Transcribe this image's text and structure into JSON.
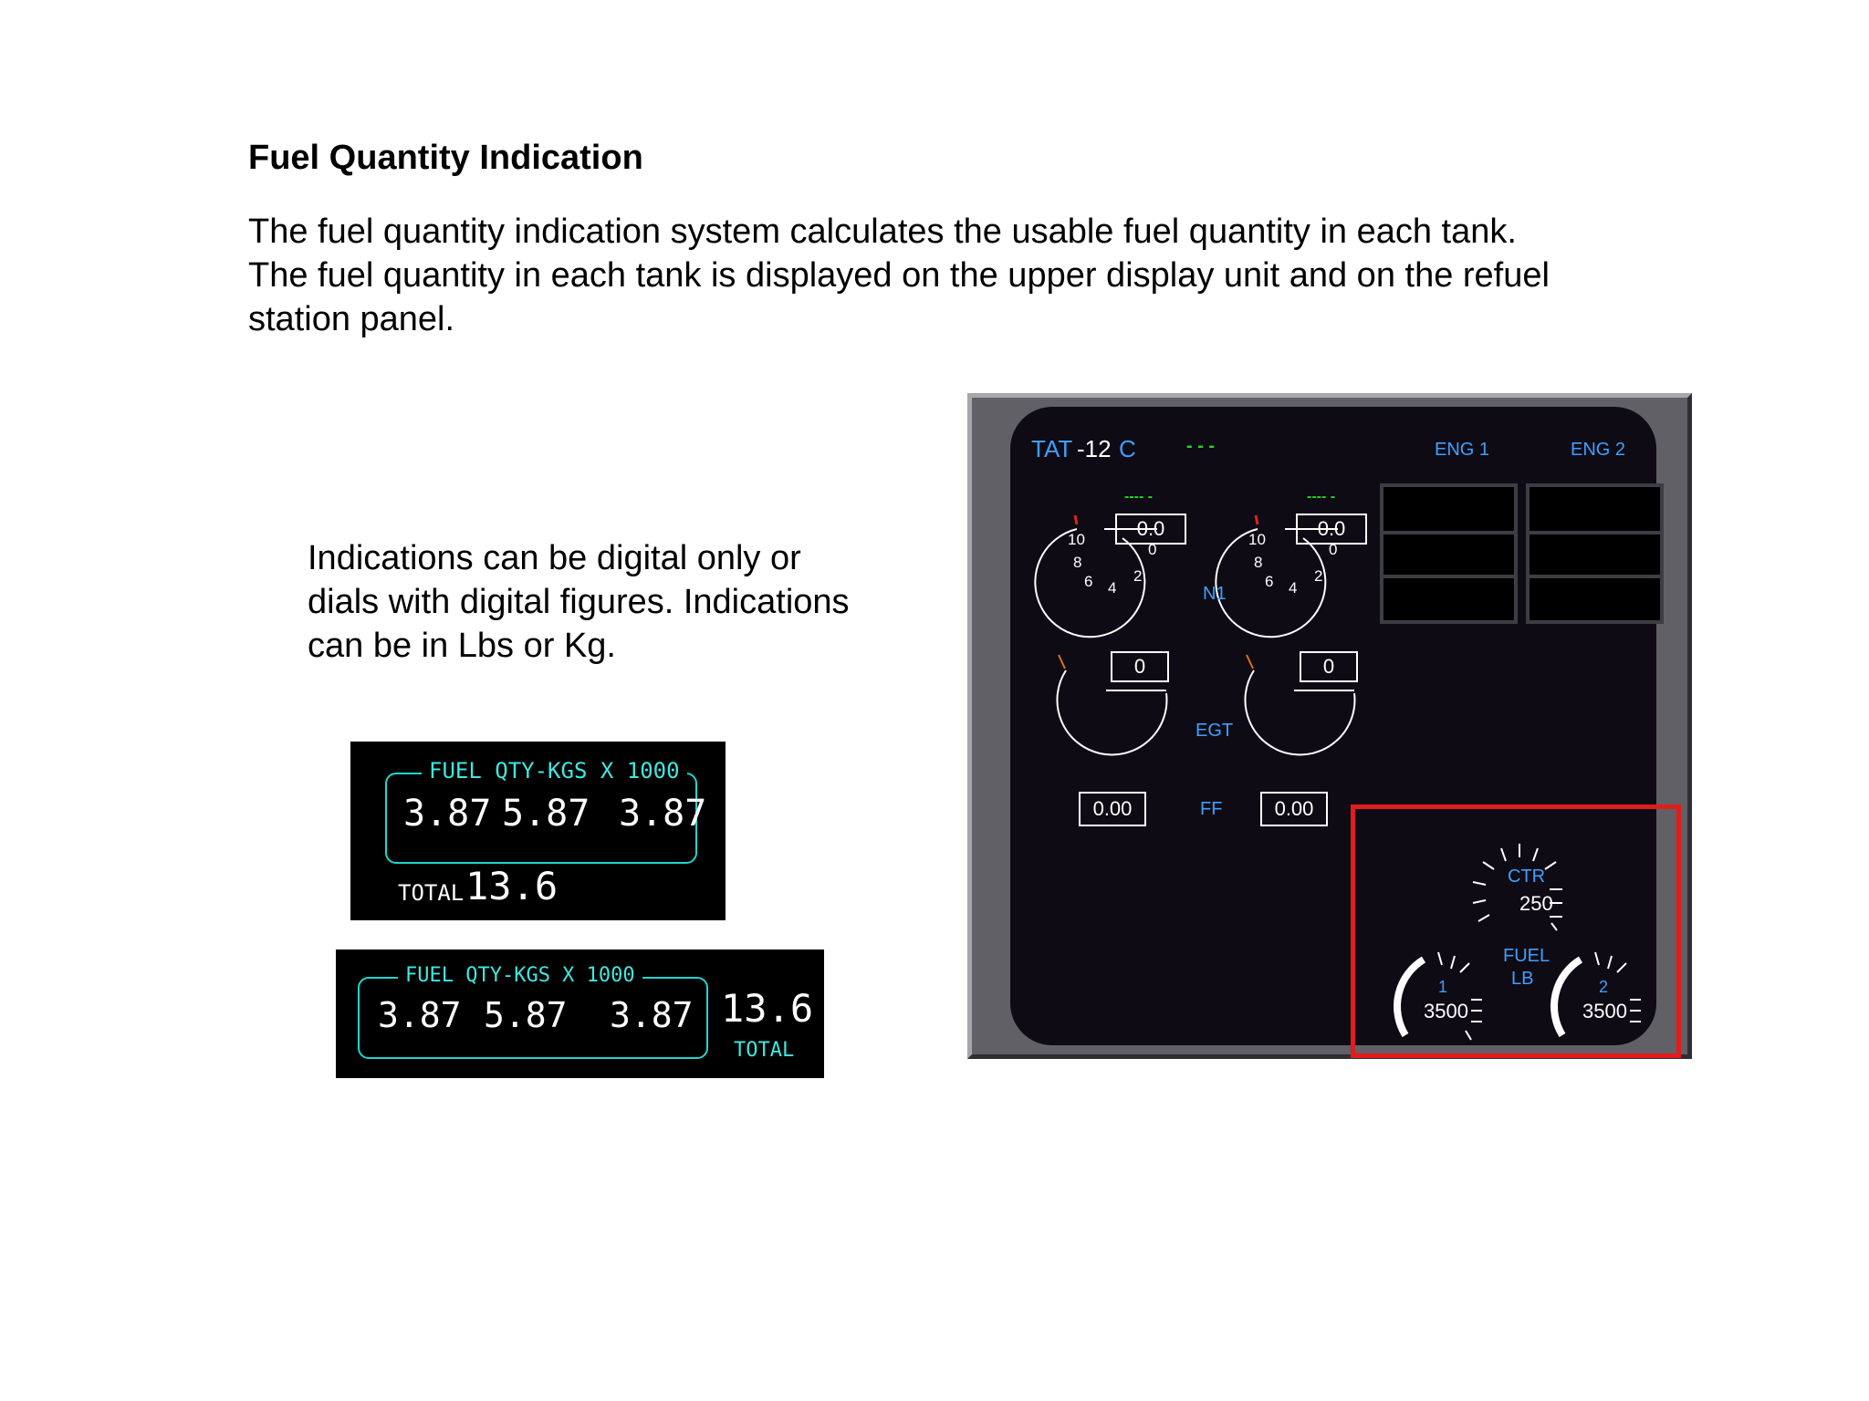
{
  "page": {
    "title": "Fuel Quantity Indication",
    "paragraph_line1": "The fuel quantity indication system calculates the usable fuel quantity in each tank.",
    "paragraph_line2": "The fuel quantity in each tank is displayed on the upper display unit and on the refuel",
    "paragraph_line3": "station panel.",
    "note_line1": "Indications can be digital only or",
    "note_line2": "dials with digital figures. Indications",
    "note_line3": "can be in Lbs or Kg."
  },
  "fuel_display_1": {
    "header": "FUEL QTY-KGS X 1000",
    "left": "3.87",
    "center": "5.87",
    "right": "3.87",
    "total_label": "TOTAL",
    "total": "13.6"
  },
  "fuel_display_2": {
    "header": "FUEL QTY-KGS X 1000",
    "left": "3.87",
    "center": "5.87",
    "right": "3.87",
    "total": "13.6",
    "total_label": "TOTAL"
  },
  "eicas": {
    "tat_label": "TAT",
    "tat_value": "-12",
    "tat_unit": "C",
    "dashes": "- - -",
    "eng1_label": "ENG 1",
    "eng2_label": "ENG 2",
    "n1_dashes": "---- -",
    "n1_label": "N1",
    "n1_left": "0.0",
    "n1_right": "0.0",
    "n1_scale": [
      "10",
      "8",
      "6",
      "4",
      "2",
      "0"
    ],
    "egt_label": "EGT",
    "egt_left": "0",
    "egt_right": "0",
    "ff_label": "FF",
    "ff_left": "0.00",
    "ff_right": "0.00",
    "fuel_label": "FUEL",
    "fuel_unit": "LB",
    "ctr_label": "CTR",
    "ctr_value": "250",
    "tank1_label": "1",
    "tank1_value": "3500",
    "tank2_label": "2",
    "tank2_value": "3500",
    "colors": {
      "blue": "#3ea0ff",
      "green": "#29d32a",
      "highlight": "#e21b1b",
      "cyan": "#1fd6cf"
    }
  }
}
